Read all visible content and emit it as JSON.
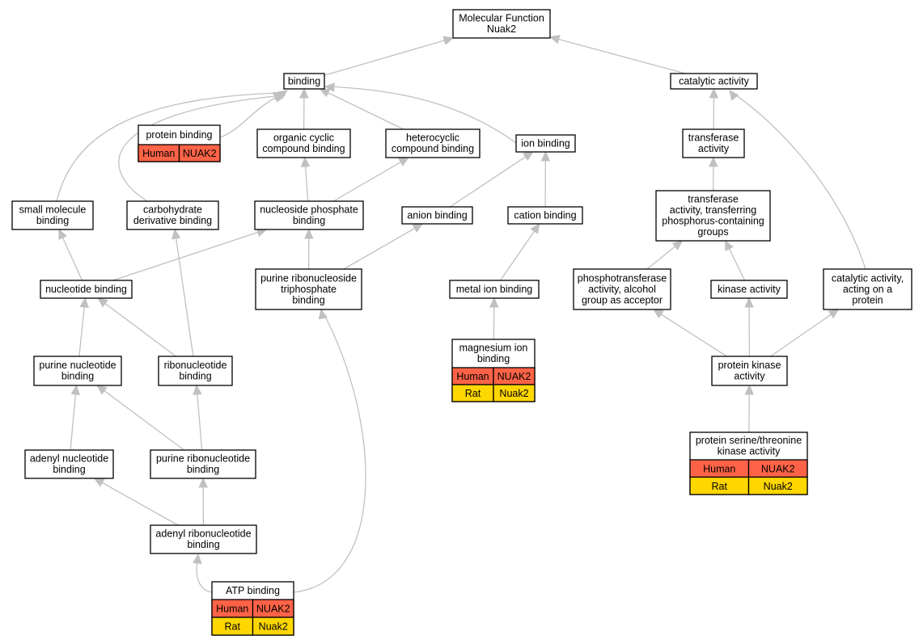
{
  "colors": {
    "human": "#ff6347",
    "rat": "#ffd700",
    "edge": "#c0c0c0"
  },
  "nodes": {
    "mf": {
      "lines": [
        "Molecular Function",
        "Nuak2"
      ]
    },
    "binding": {
      "lines": [
        "binding"
      ]
    },
    "catalytic": {
      "lines": [
        "catalytic activity"
      ]
    },
    "protein_binding": {
      "lines": [
        "protein binding"
      ],
      "rows": [
        [
          "Human",
          "NUAK2"
        ]
      ]
    },
    "organic_cyclic": {
      "lines": [
        "organic cyclic",
        "compound binding"
      ]
    },
    "heterocyclic": {
      "lines": [
        "heterocyclic",
        "compound binding"
      ]
    },
    "ion_binding": {
      "lines": [
        "ion binding"
      ]
    },
    "transferase": {
      "lines": [
        "transferase",
        "activity"
      ]
    },
    "small_molecule": {
      "lines": [
        "small molecule",
        "binding"
      ]
    },
    "carbohydrate": {
      "lines": [
        "carbohydrate",
        "derivative binding"
      ]
    },
    "nucleoside_phosphate": {
      "lines": [
        "nucleoside phosphate",
        "binding"
      ]
    },
    "anion": {
      "lines": [
        "anion binding"
      ]
    },
    "cation": {
      "lines": [
        "cation binding"
      ]
    },
    "transferase_phos": {
      "lines": [
        "transferase",
        "activity, transferring",
        "phosphorus-containing",
        "groups"
      ]
    },
    "nucleotide": {
      "lines": [
        "nucleotide binding"
      ]
    },
    "purine_ribonucleoside_tp": {
      "lines": [
        "purine ribonucleoside",
        "triphosphate",
        "binding"
      ]
    },
    "metal_ion": {
      "lines": [
        "metal ion binding"
      ]
    },
    "phosphotransferase": {
      "lines": [
        "phosphotransferase",
        "activity, alcohol",
        "group as acceptor"
      ]
    },
    "kinase": {
      "lines": [
        "kinase activity"
      ]
    },
    "catalytic_protein": {
      "lines": [
        "catalytic activity,",
        "acting on a",
        "protein"
      ]
    },
    "purine_nucleotide": {
      "lines": [
        "purine nucleotide",
        "binding"
      ]
    },
    "ribonucleotide": {
      "lines": [
        "ribonucleotide",
        "binding"
      ]
    },
    "magnesium": {
      "lines": [
        "magnesium ion",
        "binding"
      ],
      "rows": [
        [
          "Human",
          "NUAK2"
        ],
        [
          "Rat",
          "Nuak2"
        ]
      ]
    },
    "protein_kinase": {
      "lines": [
        "protein kinase",
        "activity"
      ]
    },
    "adenyl_nucleotide": {
      "lines": [
        "adenyl nucleotide",
        "binding"
      ]
    },
    "purine_ribonucleotide": {
      "lines": [
        "purine ribonucleotide",
        "binding"
      ]
    },
    "ser_thr_kinase": {
      "lines": [
        "protein serine/threonine",
        "kinase activity"
      ],
      "rows": [
        [
          "Human",
          "NUAK2"
        ],
        [
          "Rat",
          "Nuak2"
        ]
      ]
    },
    "adenyl_ribonucleotide": {
      "lines": [
        "adenyl ribonucleotide",
        "binding"
      ]
    },
    "atp": {
      "lines": [
        "ATP binding"
      ],
      "rows": [
        [
          "Human",
          "NUAK2"
        ],
        [
          "Rat",
          "Nuak2"
        ]
      ]
    }
  },
  "edges": [
    [
      "binding",
      "mf"
    ],
    [
      "catalytic",
      "mf"
    ],
    [
      "protein_binding",
      "binding"
    ],
    [
      "organic_cyclic",
      "binding"
    ],
    [
      "heterocyclic",
      "binding"
    ],
    [
      "ion_binding",
      "binding"
    ],
    [
      "small_molecule",
      "binding"
    ],
    [
      "carbohydrate",
      "binding"
    ],
    [
      "transferase",
      "catalytic"
    ],
    [
      "catalytic_protein",
      "catalytic"
    ],
    [
      "nucleoside_phosphate",
      "organic_cyclic"
    ],
    [
      "nucleoside_phosphate",
      "heterocyclic"
    ],
    [
      "anion",
      "ion_binding"
    ],
    [
      "cation",
      "ion_binding"
    ],
    [
      "transferase_phos",
      "transferase"
    ],
    [
      "nucleotide",
      "small_molecule"
    ],
    [
      "nucleotide",
      "nucleoside_phosphate"
    ],
    [
      "purine_ribonucleoside_tp",
      "nucleoside_phosphate"
    ],
    [
      "purine_ribonucleoside_tp",
      "anion"
    ],
    [
      "metal_ion",
      "cation"
    ],
    [
      "phosphotransferase",
      "transferase_phos"
    ],
    [
      "kinase",
      "transferase_phos"
    ],
    [
      "purine_nucleotide",
      "nucleotide"
    ],
    [
      "ribonucleotide",
      "nucleotide"
    ],
    [
      "ribonucleotide",
      "carbohydrate"
    ],
    [
      "magnesium",
      "metal_ion"
    ],
    [
      "protein_kinase",
      "phosphotransferase"
    ],
    [
      "protein_kinase",
      "kinase"
    ],
    [
      "protein_kinase",
      "catalytic_protein"
    ],
    [
      "adenyl_nucleotide",
      "purine_nucleotide"
    ],
    [
      "purine_ribonucleotide",
      "purine_nucleotide"
    ],
    [
      "purine_ribonucleotide",
      "ribonucleotide"
    ],
    [
      "ser_thr_kinase",
      "protein_kinase"
    ],
    [
      "adenyl_ribonucleotide",
      "adenyl_nucleotide"
    ],
    [
      "adenyl_ribonucleotide",
      "purine_ribonucleotide"
    ],
    [
      "atp",
      "adenyl_ribonucleotide"
    ],
    [
      "atp",
      "purine_ribonucleoside_tp"
    ]
  ]
}
